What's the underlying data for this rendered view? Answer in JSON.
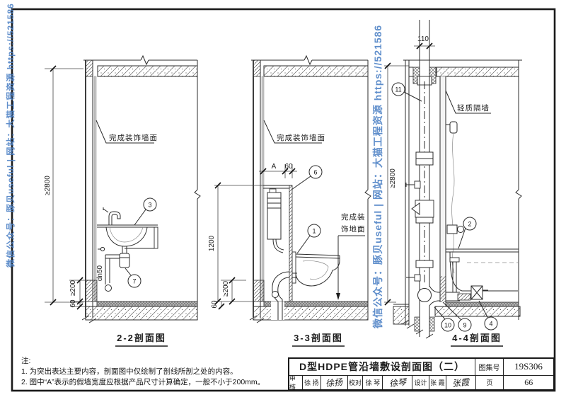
{
  "watermark": {
    "text": "微信公众号：豚贝useful | 网站：大猫工程资源 https://521586",
    "color": "#4a7fc4"
  },
  "drawings": {
    "d1": {
      "caption": "2-2剖面图",
      "wall_label": "完成装饰墙面",
      "pipe_label": "dn50",
      "dim_height": "≥2800",
      "dim_offset": "≥200",
      "dim_screed": "60",
      "callout_basin": "3",
      "callout_trap": "7"
    },
    "d2": {
      "caption": "3-3剖面图",
      "wall_label": "完成装饰墙面",
      "floor_label_1": "完成装",
      "floor_label_2": "饰地面",
      "dim_height": "1200",
      "dim_offset": "≥200",
      "dim_screed": "60",
      "dim_a": "A",
      "dim_a2": "60",
      "callout_panel": "6",
      "callout_toilet": "1"
    },
    "d3": {
      "caption": "4-4剖面图",
      "partition_label": "轻质隔墙",
      "dim_sleeve": "110",
      "dim_height": "≥2800",
      "callout_stack": "11",
      "callout_tub": "2",
      "callout_elbow": "10",
      "callout_drainpipe": "9",
      "callout_trap": "4"
    }
  },
  "notes": {
    "heading": "注:",
    "line1": "1. 为突出表达主要内容，剖面图中仅绘制了剖线所剖之处的内容。",
    "line2": "2. 图中“A”表示的假墙宽度应根据产品尺寸计算确定，一般不小于200mm。"
  },
  "title_block": {
    "title": "D型HDPE管沿墙敷设剖面图（二）",
    "atlas_label": "图集号",
    "atlas_no": "19S306",
    "page_label": "页",
    "page_no": "66",
    "review_label": "审核",
    "review_name": "徐 扬",
    "review_sig": "徐扬",
    "check_label": "校对",
    "check_name": "徐 琴",
    "check_sig": "徐琴",
    "design_label": "设计",
    "design_name": "张 霞",
    "design_sig": "张霞"
  }
}
